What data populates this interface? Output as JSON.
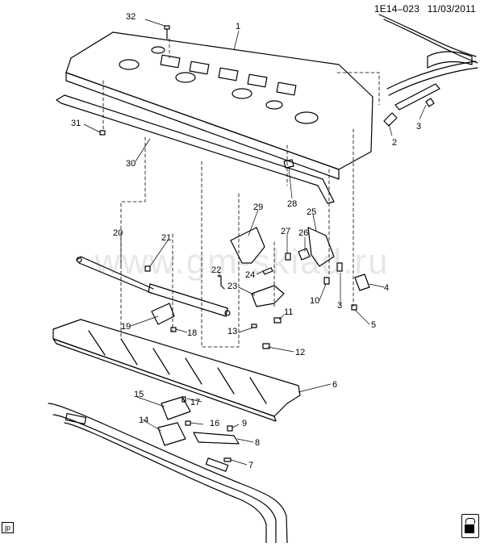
{
  "header": {
    "code": "1E14–023",
    "date": "11/03/2011"
  },
  "watermark": "www.gm-skiad.ru",
  "reference_tag": "jp",
  "callouts": [
    "1",
    "2",
    "3",
    "3",
    "4",
    "5",
    "6",
    "7",
    "8",
    "9",
    "10",
    "11",
    "12",
    "13",
    "14",
    "15",
    "16",
    "17",
    "18",
    "19",
    "20",
    "21",
    "22",
    "23",
    "24",
    "25",
    "26",
    "27",
    "28",
    "29",
    "30",
    "31",
    "32"
  ],
  "logo_icon": "gm-lock-icon"
}
